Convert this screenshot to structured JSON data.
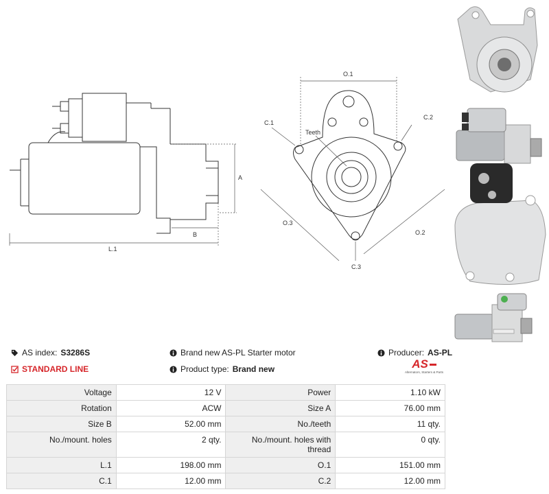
{
  "drawing": {
    "side_labels": {
      "A": "A",
      "B": "B",
      "L1": "L.1"
    },
    "front_labels": {
      "O1": "O.1",
      "O2": "O.2",
      "O3": "O.3",
      "C1": "C.1",
      "C2": "C.2",
      "C3": "C.3",
      "teeth": "Teeth"
    }
  },
  "info": {
    "as_index_label": "AS index:",
    "as_index_value": "S3286S",
    "description": "Brand new AS-PL Starter motor",
    "producer_label": "Producer:",
    "producer_value": "AS-PL",
    "standard_line": "STANDARD LINE",
    "product_type_label": "Product type:",
    "product_type_value": "Brand new",
    "logo_text": "AS",
    "logo_tagline": "Alternators, Starters & Parts"
  },
  "colors": {
    "accent": "#d6262a",
    "table_label_bg": "#efefef",
    "border": "#d5d5d5"
  },
  "specs": [
    {
      "l1": "Voltage",
      "v1": "12 V",
      "l2": "Power",
      "v2": "1.10 kW"
    },
    {
      "l1": "Rotation",
      "v1": "ACW",
      "l2": "Size A",
      "v2": "76.00 mm"
    },
    {
      "l1": "Size B",
      "v1": "52.00 mm",
      "l2": "No./teeth",
      "v2": "11 qty."
    },
    {
      "l1": "No./mount. holes",
      "v1": "2 qty.",
      "l2": "No./mount. holes with thread",
      "v2": "0 qty."
    },
    {
      "l1": "L.1",
      "v1": "198.00 mm",
      "l2": "O.1",
      "v2": "151.00 mm"
    },
    {
      "l1": "C.1",
      "v1": "12.00 mm",
      "l2": "C.2",
      "v2": "12.00 mm"
    }
  ]
}
